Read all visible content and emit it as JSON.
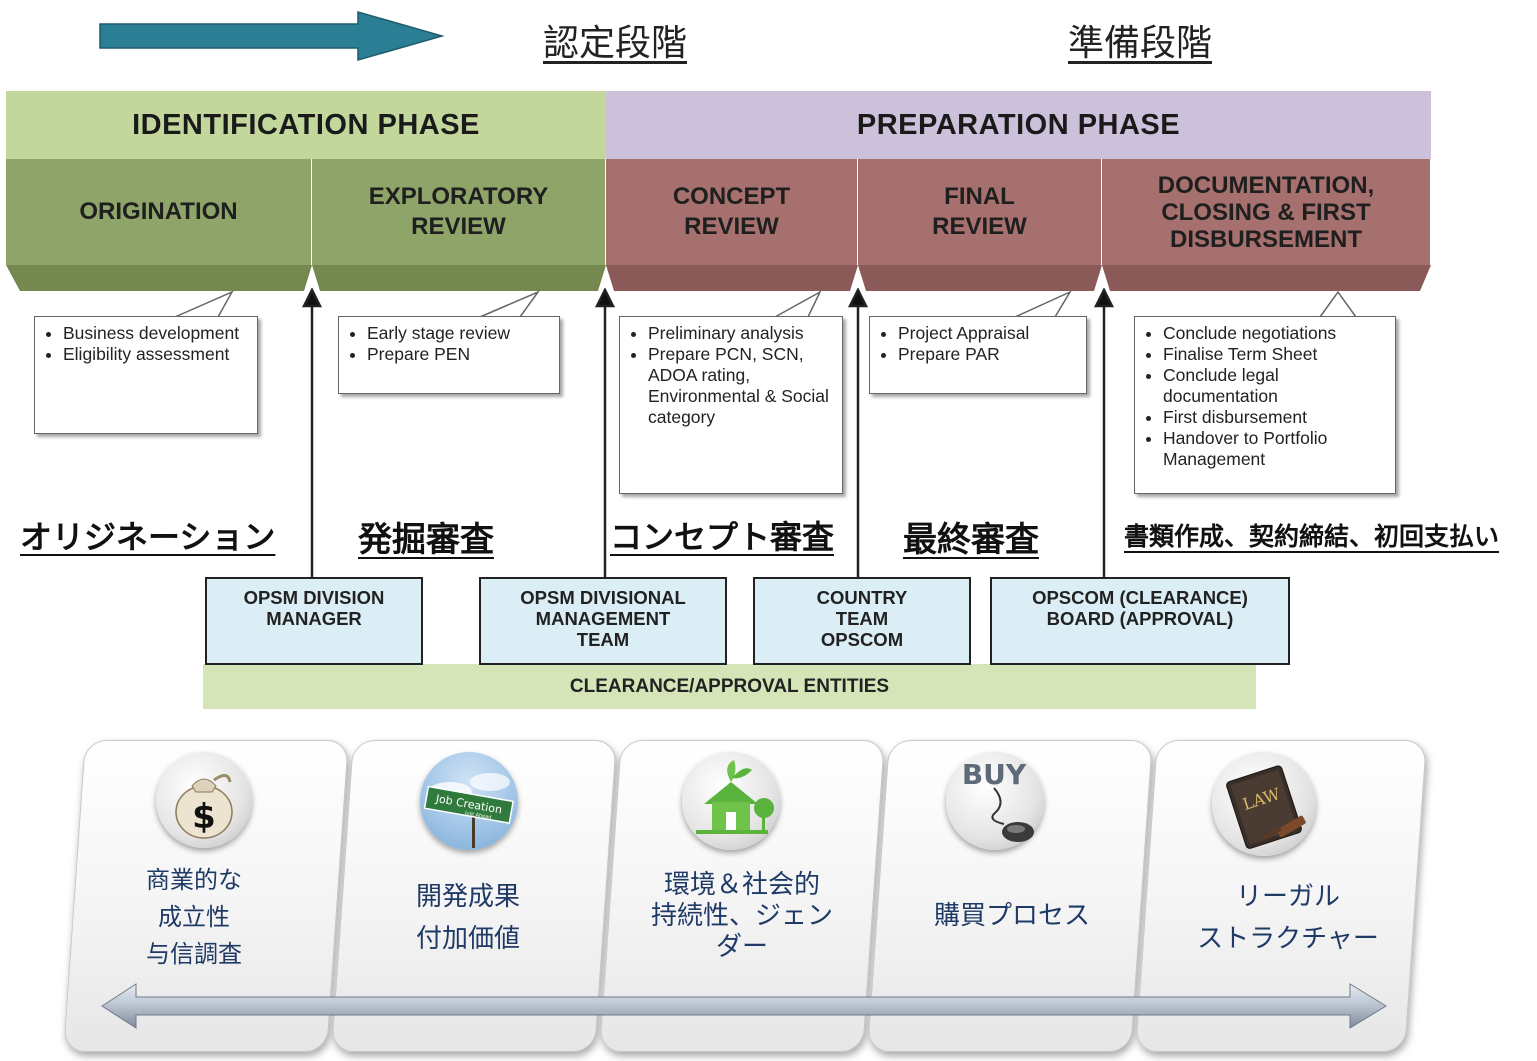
{
  "headings": {
    "identification_jp": "認定段階",
    "preparation_jp": "準備段階"
  },
  "phases": {
    "identification": "IDENTIFICATION PHASE",
    "preparation": "PREPARATION PHASE"
  },
  "sub_phases": [
    {
      "lines": [
        "ORIGINATION"
      ]
    },
    {
      "lines": [
        "EXPLORATORY",
        "REVIEW"
      ]
    },
    {
      "lines": [
        "CONCEPT",
        "REVIEW"
      ]
    },
    {
      "lines": [
        "FINAL",
        "REVIEW"
      ]
    },
    {
      "lines": [
        "DOCUMENTATION,",
        "CLOSING & FIRST",
        "DISBURSEMENT"
      ]
    }
  ],
  "callouts": [
    {
      "items": [
        "Business development",
        "Eligibility assessment"
      ]
    },
    {
      "items": [
        "Early stage review",
        "Prepare PEN"
      ]
    },
    {
      "items": [
        "Preliminary analysis",
        "Prepare PCN, SCN, ADOA rating, Environmental & Social category"
      ]
    },
    {
      "items": [
        "Project Appraisal",
        "Prepare PAR"
      ]
    },
    {
      "items": [
        "Conclude negotiations",
        "Finalise Term Sheet",
        "Conclude legal documentation",
        "First disbursement",
        " Handover to Portfolio Management"
      ]
    }
  ],
  "jp_steps": [
    "オリジネーション",
    "発掘審査",
    "コンセプト審査",
    "最終審査",
    "書類作成、契約締結、初回支払い"
  ],
  "entities": [
    {
      "lines": [
        "OPSM DIVISION",
        "MANAGER"
      ]
    },
    {
      "lines": [
        "OPSM DIVISIONAL",
        "MANAGEMENT",
        "TEAM"
      ]
    },
    {
      "lines": [
        "COUNTRY",
        "TEAM",
        "OPSCOM"
      ]
    },
    {
      "lines": [
        "OPSCOM (CLEARANCE)",
        "BOARD (APPROVAL)"
      ]
    }
  ],
  "entities_bar": "CLEARANCE/APPROVAL ENTITIES",
  "cards": [
    {
      "lines": [
        "商業的な",
        "成立性",
        "与信調査"
      ],
      "icon": "money-bag-icon"
    },
    {
      "lines": [
        "開発成果",
        "付加価値"
      ],
      "icon": "job-creation-sign-icon",
      "icon_text": "Job Creation",
      "icon_subtext": "Just Ahead"
    },
    {
      "lines": [
        "環境＆社会的",
        "持続性、ジェン",
        "ダー"
      ],
      "icon": "green-house-icon"
    },
    {
      "lines": [
        "購買プロセス"
      ],
      "icon": "buy-mouse-icon",
      "icon_text": "BUY"
    },
    {
      "lines": [
        "リーガル",
        "ストラクチャー"
      ],
      "icon": "law-book-icon",
      "icon_text": "LAW"
    }
  ],
  "colors": {
    "identification_header": "#c3d69b",
    "identification_sub": "#8fa468",
    "preparation_header": "#ccc0da",
    "preparation_sub": "#a5706e",
    "arrow": "#2a7f94",
    "entity_box": "#dbeef6",
    "entities_bar": "#d5e5b8",
    "card_text": "#1f3a66"
  }
}
